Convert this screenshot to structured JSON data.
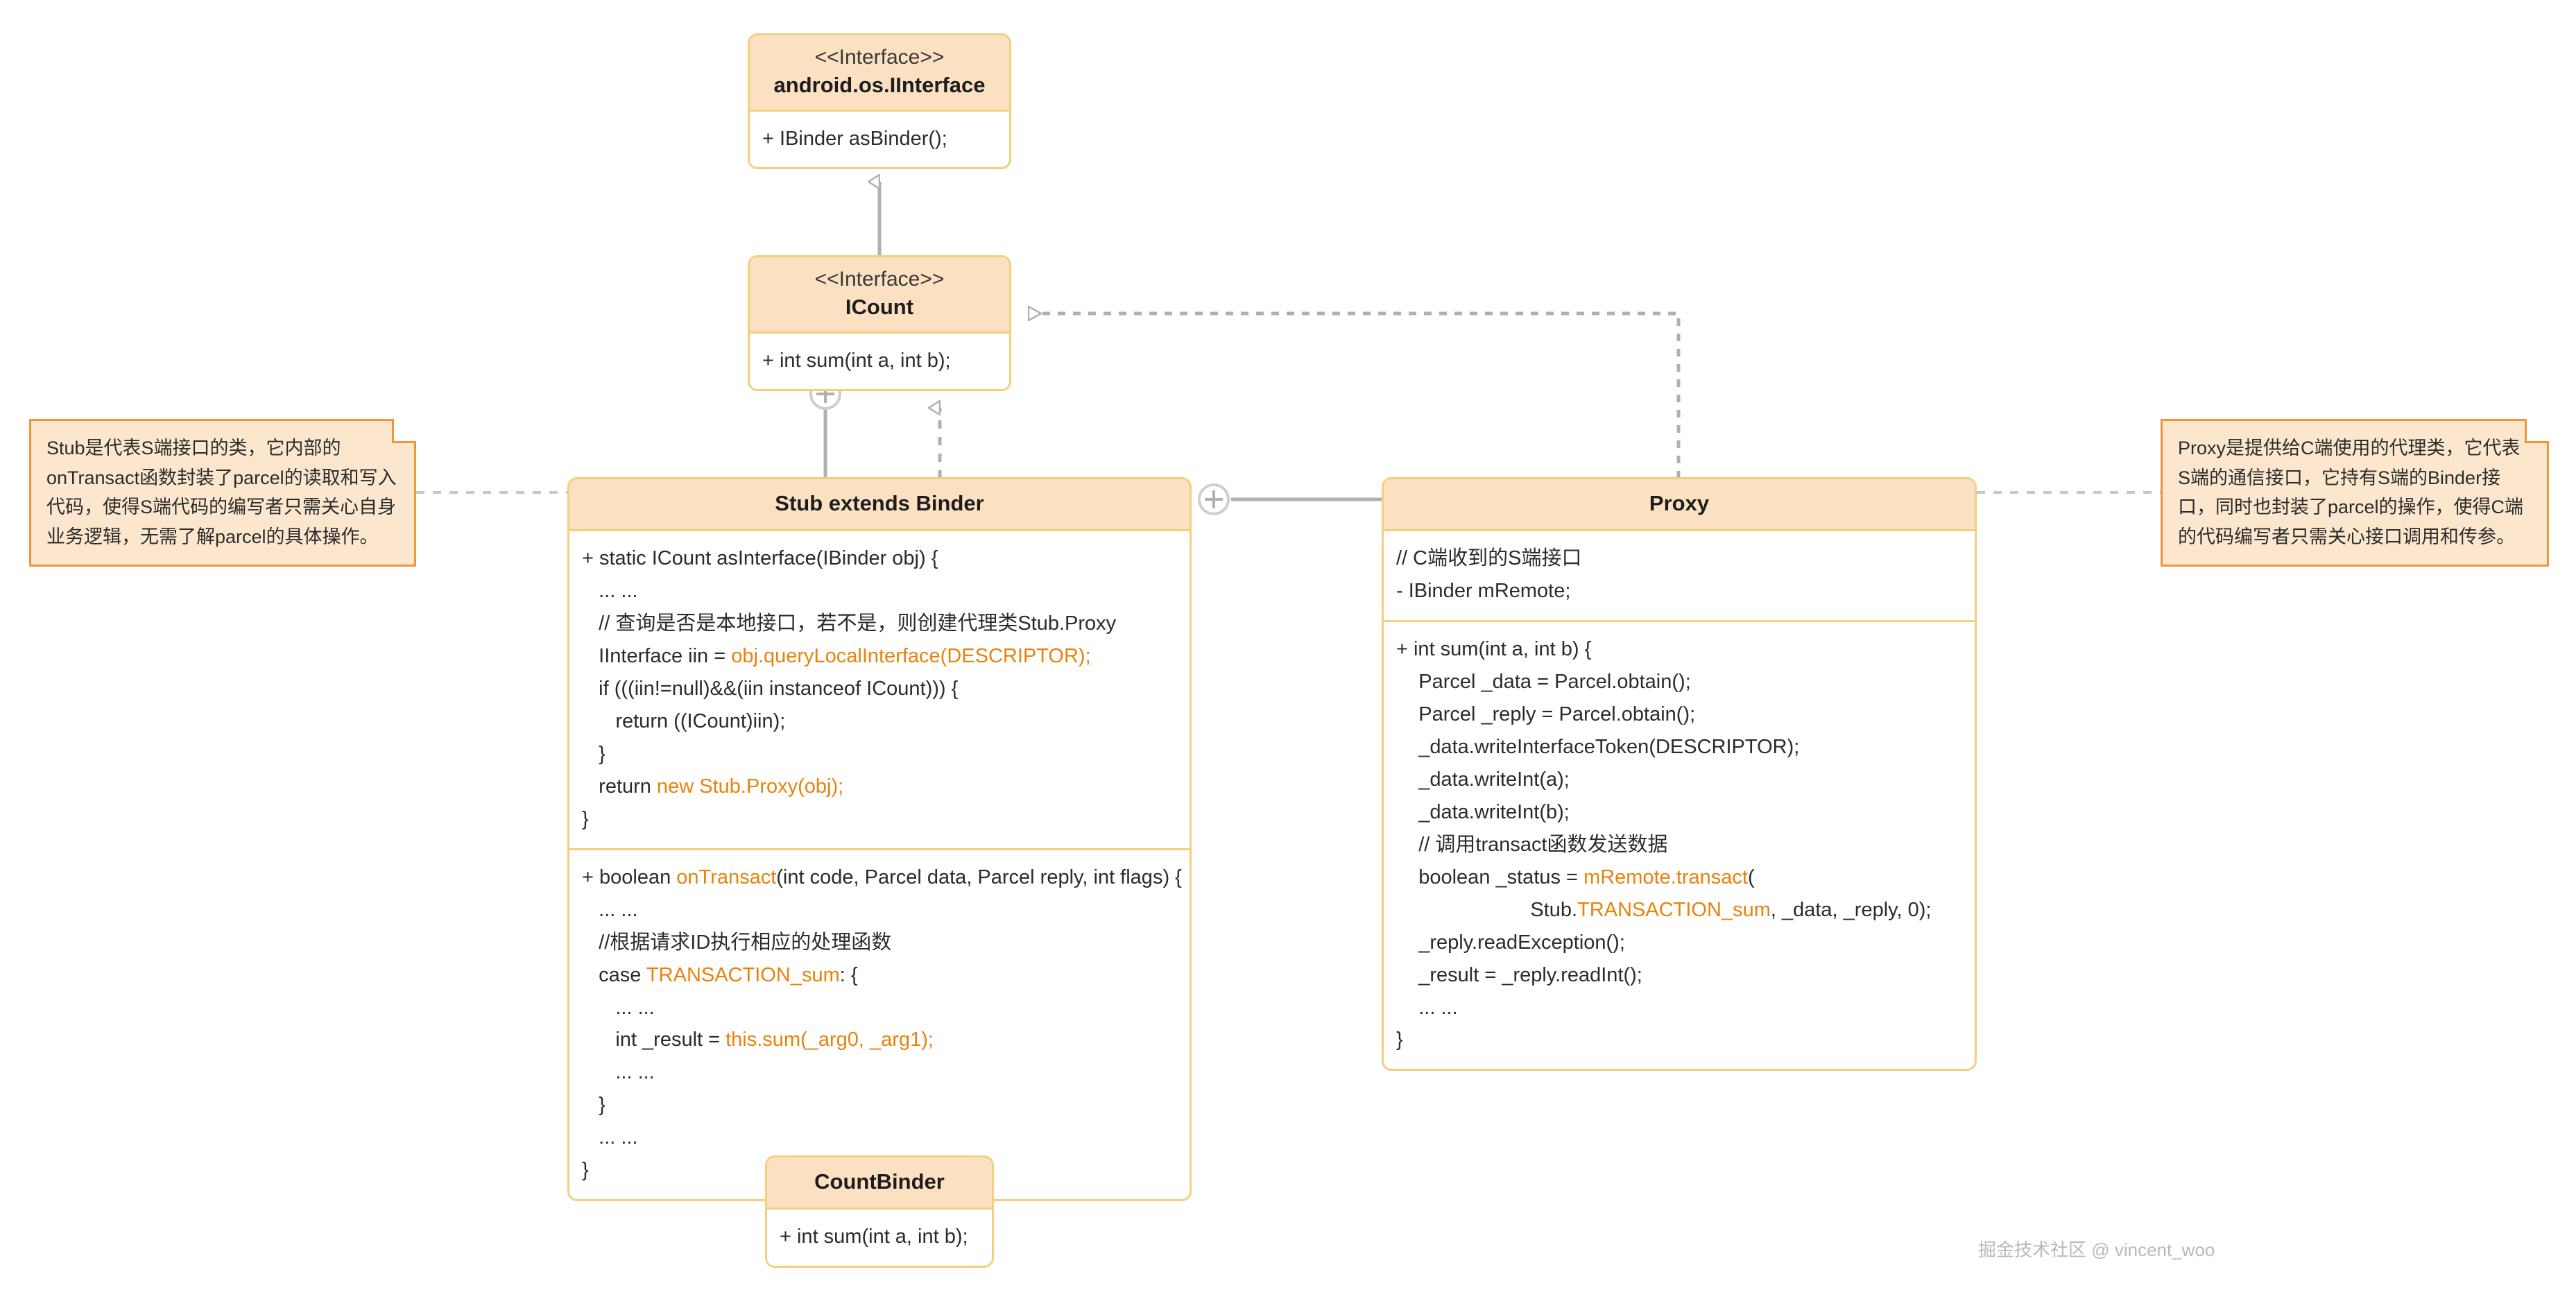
{
  "diagram": {
    "title": "Android Binder AIDL class diagram",
    "accent_border": "#F5CE7E",
    "accent_header_fill": "#FCE0C2",
    "note_border": "#F2943B",
    "note_fill": "#FCE7CE",
    "code_highlight": "#E8820C",
    "connector_color": "#B0B0B0"
  },
  "classes": {
    "iinterface": {
      "stereotype": "<<Interface>>",
      "name": "android.os.IInterface",
      "members": [
        "+ IBinder asBinder();"
      ]
    },
    "icount": {
      "stereotype": "<<Interface>>",
      "name": "ICount",
      "members": [
        "+ int sum(int a, int b);"
      ]
    },
    "countbinder": {
      "name": "CountBinder",
      "members": [
        "+ int sum(int a, int b);"
      ]
    },
    "stub": {
      "name": "Stub extends Binder",
      "method_as_interface": [
        {
          "text": "+ static ICount asInterface(IBinder obj) {",
          "highlight": false
        },
        {
          "text": "   ... ...",
          "highlight": false
        },
        {
          "text": "   // 查询是否是本地接口，若不是，则创建代理类Stub.Proxy",
          "highlight": false
        },
        {
          "text": "   IInterface iin = ",
          "tail": "obj.queryLocalInterface(DESCRIPTOR);",
          "highlight": true
        },
        {
          "text": "   if (((iin!=null)&&(iin instanceof ICount))) {",
          "highlight": false
        },
        {
          "text": "      return ((ICount)iin);",
          "highlight": false
        },
        {
          "text": "   }",
          "highlight": false
        },
        {
          "text": "   return ",
          "tail": "new Stub.Proxy(obj);",
          "highlight": true
        },
        {
          "text": "}",
          "highlight": false
        }
      ],
      "method_on_transact": [
        {
          "text": "+ boolean ",
          "tail": "onTransact",
          "tail2": "(int code, Parcel data, Parcel reply, int flags) {",
          "highlight": true
        },
        {
          "text": "   ... ...",
          "highlight": false
        },
        {
          "text": "   //根据请求ID执行相应的处理函数",
          "highlight": false
        },
        {
          "text": "   case ",
          "tail": "TRANSACTION_sum",
          "tail2": ": {",
          "highlight": true
        },
        {
          "text": "      ... ...",
          "highlight": false
        },
        {
          "text": "      int _result = ",
          "tail": "this.sum(_arg0, _arg1);",
          "highlight": true
        },
        {
          "text": "      ... ...",
          "highlight": false
        },
        {
          "text": "   }",
          "highlight": false
        },
        {
          "text": "   ... ...",
          "highlight": false
        },
        {
          "text": "}",
          "highlight": false
        }
      ]
    },
    "proxy": {
      "name": "Proxy",
      "fields": [
        "// C端收到的S端接口",
        "- IBinder mRemote;"
      ],
      "method_sum": [
        {
          "text": "+ int sum(int a, int b) {",
          "highlight": false
        },
        {
          "text": "    Parcel _data = Parcel.obtain();",
          "highlight": false
        },
        {
          "text": "    Parcel _reply = Parcel.obtain();",
          "highlight": false
        },
        {
          "text": "    _data.writeInterfaceToken(DESCRIPTOR);",
          "highlight": false
        },
        {
          "text": "    _data.writeInt(a);",
          "highlight": false
        },
        {
          "text": "    _data.writeInt(b);",
          "highlight": false
        },
        {
          "text": "    // 调用transact函数发送数据",
          "highlight": false
        },
        {
          "text": "    boolean _status = ",
          "tail": "mRemote.transact",
          "tail2": "(",
          "highlight": true
        },
        {
          "text": "                        Stub.",
          "tail": "TRANSACTION_sum",
          "tail2": ", _data, _reply, 0);",
          "highlight": true
        },
        {
          "text": "    _reply.readException();",
          "highlight": false
        },
        {
          "text": "    _result = _reply.readInt();",
          "highlight": false
        },
        {
          "text": "    ... ...",
          "highlight": false
        },
        {
          "text": "}",
          "highlight": false
        }
      ]
    }
  },
  "notes": {
    "stub_note": "Stub是代表S端接口的类，它内部的onTransact函数封装了parcel的读取和写入代码，使得S端代码的编写者只需关心自身业务逻辑，无需了解parcel的具体操作。",
    "proxy_note": "Proxy是提供给C端使用的代理类，它代表S端的通信接口，它持有S端的Binder接口，同时也封装了parcel的操作，使得C端的代码编写者只需关心接口调用和传参。"
  },
  "watermark": "掘金技术社区 @ vincent_woo"
}
